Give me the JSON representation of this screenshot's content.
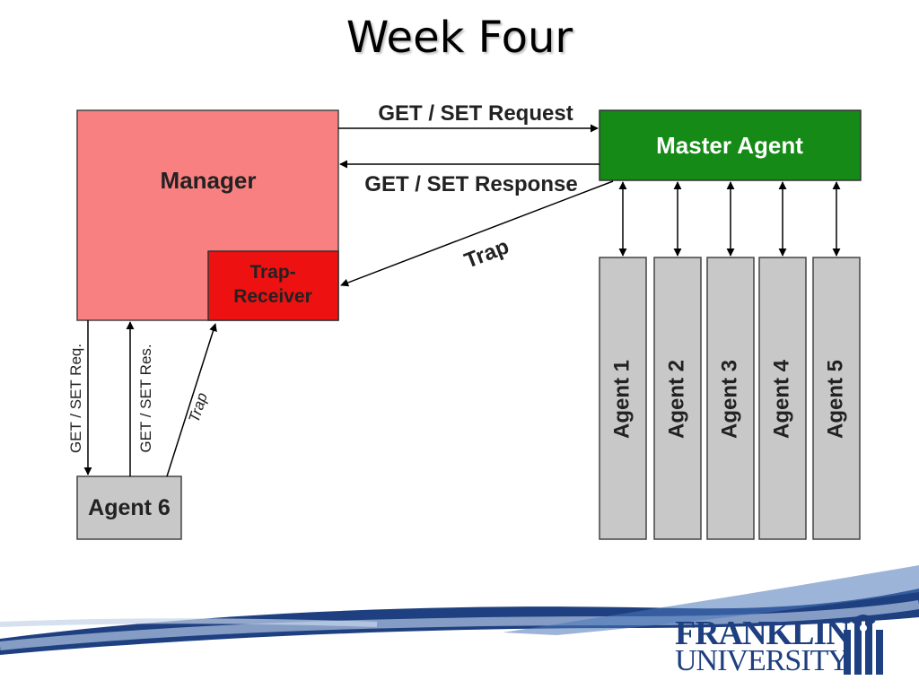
{
  "slide": {
    "title": "Week Four"
  },
  "nodes": {
    "manager": "Manager",
    "trap_receiver_line1": "Trap-",
    "trap_receiver_line2": "Receiver",
    "master_agent": "Master Agent",
    "agent6": "Agent 6",
    "agents": [
      "Agent 1",
      "Agent 2",
      "Agent 3",
      "Agent 4",
      "Agent 5"
    ]
  },
  "edges": {
    "get_set_request": "GET / SET Request",
    "get_set_response": "GET / SET Response",
    "trap_master": "Trap",
    "get_set_req": "GET / SET Req.",
    "get_set_res": "GET / SET Res.",
    "trap_agent6": "Trap"
  },
  "logo": {
    "line1": "FRANKLIN",
    "line2": "UNIVERSITY"
  },
  "colors": {
    "manager_fill": "#f98080",
    "trap_receiver_fill": "#ee1111",
    "master_agent_fill": "#168a16",
    "agent_fill": "#c8c8c8",
    "logo_blue": "#1e3f80"
  }
}
